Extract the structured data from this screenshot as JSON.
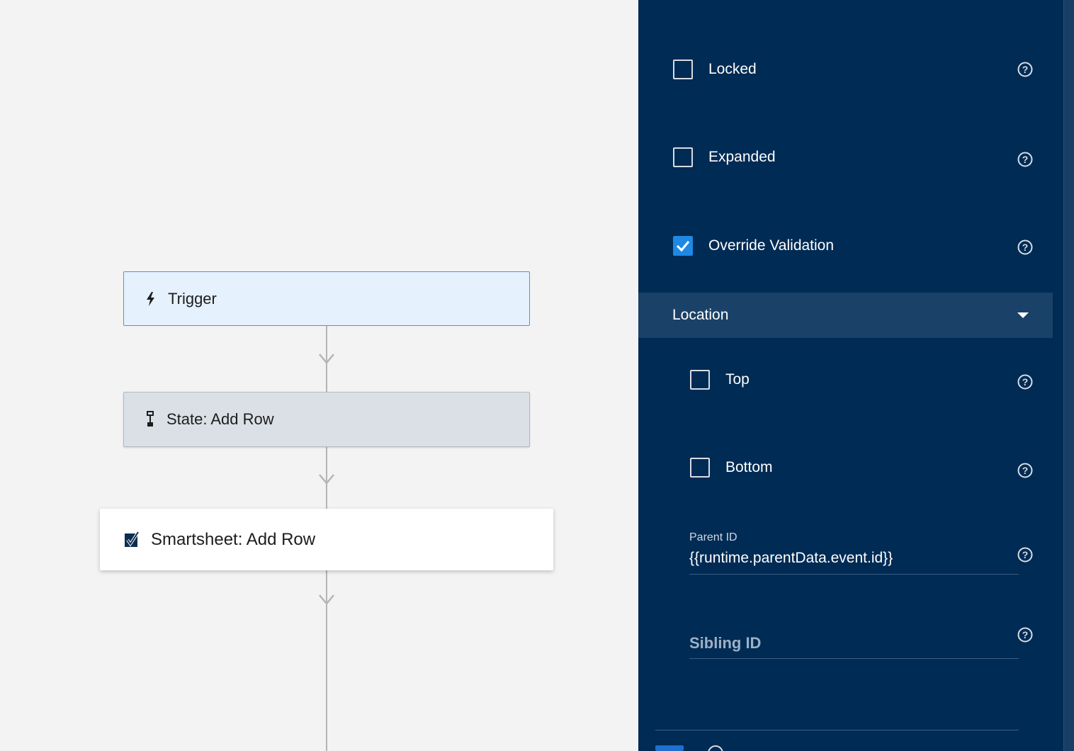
{
  "canvas": {
    "nodes": [
      {
        "label": "Trigger",
        "icon": "lightning-icon"
      },
      {
        "label": "State: Add Row",
        "icon": "state-pin-icon"
      },
      {
        "label": "Smartsheet: Add Row",
        "icon": "smartsheet-icon"
      }
    ]
  },
  "panel": {
    "options": [
      {
        "label": "Locked",
        "checked": false
      },
      {
        "label": "Expanded",
        "checked": false
      },
      {
        "label": "Override Validation",
        "checked": true
      }
    ],
    "location": {
      "title": "Location",
      "expanded": true,
      "options": [
        {
          "label": "Top",
          "checked": false
        },
        {
          "label": "Bottom",
          "checked": false
        }
      ],
      "parent_id": {
        "label": "Parent ID",
        "value": "{{runtime.parentData.event.id}}"
      },
      "sibling_id": {
        "placeholder": "Sibling ID"
      }
    }
  },
  "colors": {
    "panel_bg": "#002b54",
    "section_bg": "#1a4268",
    "checkbox_checked": "#1e88e5",
    "trigger_bg": "#e5f1fd",
    "trigger_border": "#5d8fcf",
    "state_bg": "#dae0e6"
  }
}
